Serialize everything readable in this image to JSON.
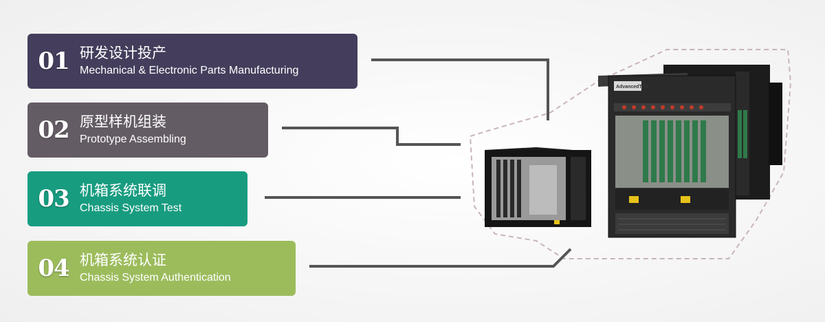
{
  "steps": [
    {
      "num": "01",
      "title_cn": "研发设计投产",
      "title_en": "Mechanical & Electronic Parts Manufacturing",
      "color": "#443e5c"
    },
    {
      "num": "02",
      "title_cn": "原型样机组装",
      "title_en": "Prototype Assembling",
      "color": "#645c64"
    },
    {
      "num": "03",
      "title_cn": "机箱系统联调",
      "title_en": "Chassis System Test",
      "color": "#189c80"
    },
    {
      "num": "04",
      "title_cn": "机箱系统认证",
      "title_en": "Chassis System Authentication",
      "color": "#9cbc5c"
    }
  ],
  "product_image": {
    "label": "chassis-product-photo",
    "brand_mark": "AdvancedTCA"
  }
}
